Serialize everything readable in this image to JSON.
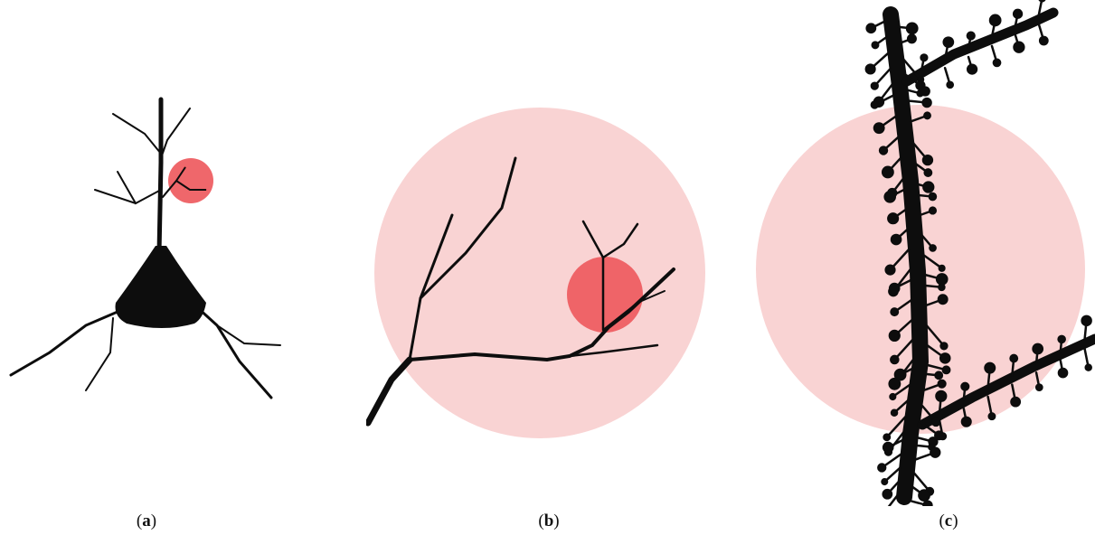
{
  "panels": [
    {
      "id": "a",
      "caption_open": "(",
      "caption_letter": "a",
      "caption_close": ")"
    },
    {
      "id": "b",
      "caption_open": "(",
      "caption_letter": "b",
      "caption_close": ")"
    },
    {
      "id": "c",
      "caption_open": "(",
      "caption_letter": "c",
      "caption_close": ")"
    }
  ],
  "colors": {
    "neuron": "#0d0d0d",
    "zoom_circle": "#f9d3d3",
    "highlight": "#ee5a5e"
  }
}
